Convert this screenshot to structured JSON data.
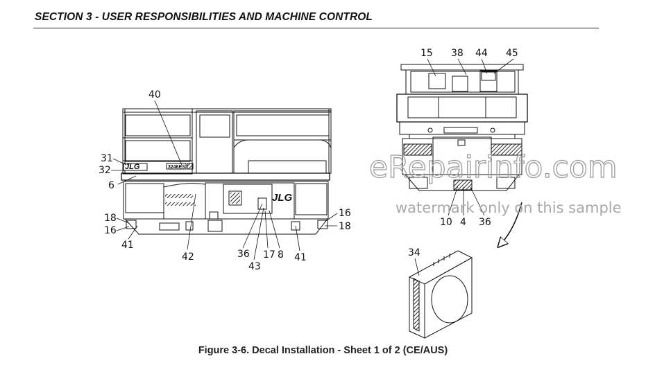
{
  "header": {
    "section_title": "SECTION 3 - USER RESPONSIBILITIES AND MACHINE CONTROL"
  },
  "figure": {
    "caption": "Figure 3-6. Decal Installation - Sheet 1 of 2 (CE/AUS)",
    "brand_logo_text": "JLG",
    "model_decal_text": "3246ES",
    "callouts": {
      "side": [
        "40",
        "31",
        "32",
        "6",
        "18",
        "16",
        "41",
        "42",
        "36",
        "43",
        "17",
        "8",
        "41",
        "16",
        "18"
      ],
      "front": [
        "15",
        "38",
        "44",
        "45",
        "10",
        "4",
        "36"
      ],
      "detail": [
        "34"
      ]
    }
  },
  "watermark": {
    "main": "eRepairinfo.com",
    "note": "watermark only on this sample"
  },
  "colors": {
    "line": "#111111",
    "watermark": "#a8a8a8",
    "hatch": "#2a2a2a"
  }
}
